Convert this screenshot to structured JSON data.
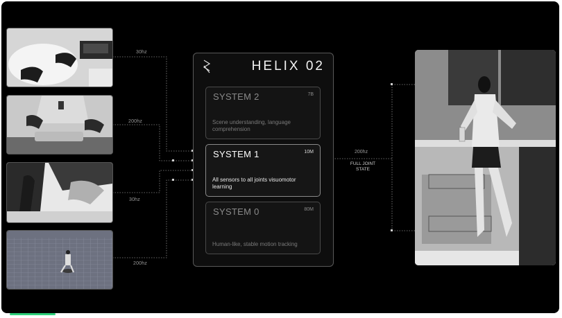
{
  "inputs": [
    {
      "hz": "30hz"
    },
    {
      "hz": "200hz"
    },
    {
      "hz": "30hz"
    },
    {
      "hz": "200hz"
    }
  ],
  "panel": {
    "title": "HELIX 02",
    "systems": [
      {
        "name": "SYSTEM 2",
        "size": "7B",
        "desc": "Scene understanding, language comprehension",
        "active": false
      },
      {
        "name": "SYSTEM 1",
        "size": "10M",
        "desc": "All sensors to all joints visuomotor learning",
        "active": true
      },
      {
        "name": "SYSTEM 0",
        "size": "80M",
        "desc": "Human-like, stable motion tracking",
        "active": false
      }
    ]
  },
  "output": {
    "hz": "200hz",
    "label": "FULL JOINT STATE"
  },
  "colors": {
    "background": "#000000",
    "panel_border": "#5a5a5a",
    "accent": "#2ecf7a"
  }
}
